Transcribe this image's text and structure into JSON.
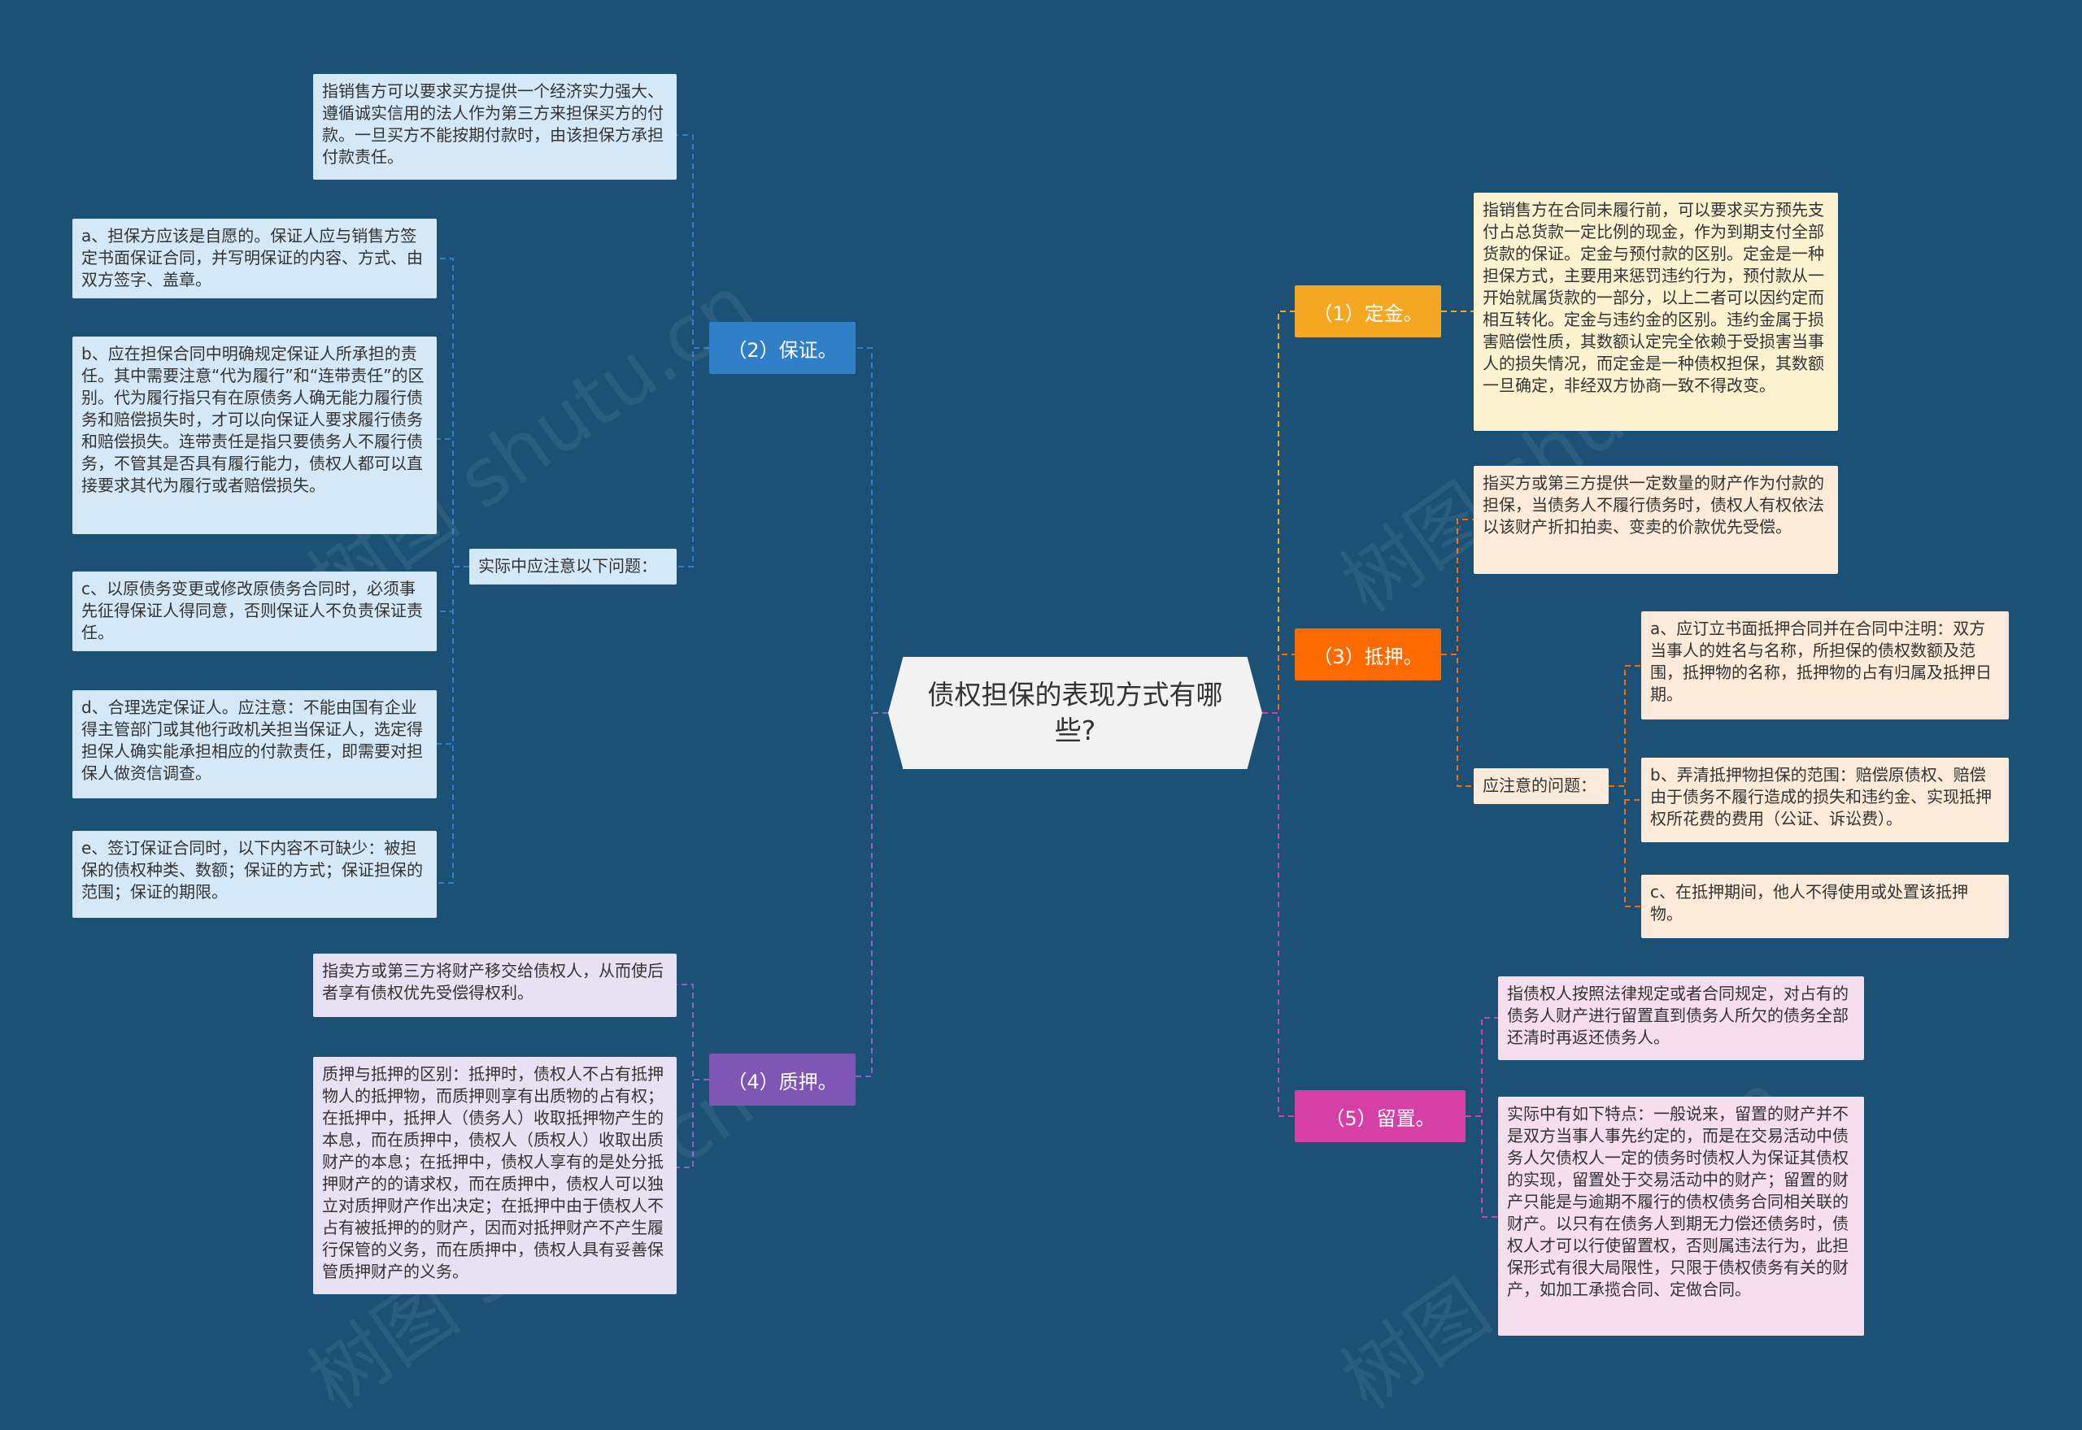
{
  "root": {
    "title": "债权担保的表现方式有哪些?"
  },
  "colors": {
    "background": "#1a5175",
    "blue": "#2f7fc9",
    "yellow": "#f5a623",
    "orange": "#ff6a00",
    "purple": "#7f55b5",
    "pink": "#d63fa6"
  },
  "branches": {
    "b1": {
      "label": "（1）定金。",
      "desc": "指销售方在合同未履行前，可以要求买方预先支付占总货款一定比例的现金，作为到期支付全部货款的保证。定金与预付款的区别。定金是一种担保方式，主要用来惩罚违约行为，预付款从一开始就属货款的一部分，以上二者可以因约定而相互转化。定金与违约金的区别。违约金属于损害赔偿性质，其数额认定完全依赖于受损害当事人的损失情况，而定金是一种债权担保，其数额一旦确定，非经双方协商一致不得改变。"
    },
    "b2": {
      "label": "（2）保证。",
      "desc": "指销售方可以要求买方提供一个经济实力强大、遵循诚实信用的法人作为第三方来担保买方的付款。一旦买方不能按期付款时，由该担保方承担付款责任。",
      "notice": "实际中应注意以下问题：",
      "items": [
        "a、担保方应该是自愿的。保证人应与销售方签定书面保证合同，并写明保证的内容、方式、由双方签字、盖章。",
        "b、应在担保合同中明确规定保证人所承担的责任。其中需要注意“代为履行”和“连带责任”的区别。代为履行指只有在原债务人确无能力履行债务和赔偿损失时，才可以向保证人要求履行债务和赔偿损失。连带责任是指只要债务人不履行债务，不管其是否具有履行能力，债权人都可以直接要求其代为履行或者赔偿损失。",
        "c、以原债务变更或修改原债务合同时，必须事先征得保证人得同意，否则保证人不负责保证责任。",
        "d、合理选定保证人。应注意：不能由国有企业得主管部门或其他行政机关担当保证人，选定得担保人确实能承担相应的付款责任，即需要对担保人做资信调查。",
        "e、签订保证合同时，以下内容不可缺少：被担保的债权种类、数额；保证的方式；保证担保的范围；保证的期限。"
      ]
    },
    "b3": {
      "label": "（3）抵押。",
      "desc": "指买方或第三方提供一定数量的财产作为付款的担保，当债务人不履行债务时，债权人有权依法以该财产折扣拍卖、变卖的价款优先受偿。",
      "notice": "应注意的问题：",
      "items": [
        "a、应订立书面抵押合同并在合同中注明：双方当事人的姓名与名称，所担保的债权数额及范围，抵押物的名称，抵押物的占有归属及抵押日期。",
        "b、弄清抵押物担保的范围：赔偿原债权、赔偿由于债务不履行造成的损失和违约金、实现抵押权所花费的费用（公证、诉讼费）。",
        "c、在抵押期间，他人不得使用或处置该抵押物。"
      ]
    },
    "b4": {
      "label": "（4）质押。",
      "desc": "指卖方或第三方将财产移交给债权人，从而使后者享有债权优先受偿得权利。",
      "detail": "质押与抵押的区别：抵押时，债权人不占有抵押物人的抵押物，而质押则享有出质物的占有权；在抵押中，抵押人（债务人）收取抵押物产生的本息，而在质押中，债权人（质权人）收取出质财产的本息；在抵押中，债权人享有的是处分抵押财产的的请求权，而在质押中，债权人可以独立对质押财产作出决定；在抵押中由于债权人不占有被抵押的的财产，因而对抵押财产不产生履行保管的义务，而在质押中，债权人具有妥善保管质押财产的义务。"
    },
    "b5": {
      "label": "（5）留置。",
      "desc": "指债权人按照法律规定或者合同规定，对占有的债务人财产进行留置直到债务人所欠的债务全部还清时再返还债务人。",
      "detail": "实际中有如下特点：一般说来，留置的财产并不是双方当事人事先约定的，而是在交易活动中债务人欠债权人一定的债务时债权人为保证其债权的实现，留置处于交易活动中的财产；留置的财产只能是与逾期不履行的债权债务合同相关联的财产。以只有在债务人到期无力偿还债务时，债权人才可以行使留置权，否则属违法行为，此担保形式有很大局限性，只限于债权债务有关的财产，如加工承揽合同、定做合同。"
    }
  }
}
